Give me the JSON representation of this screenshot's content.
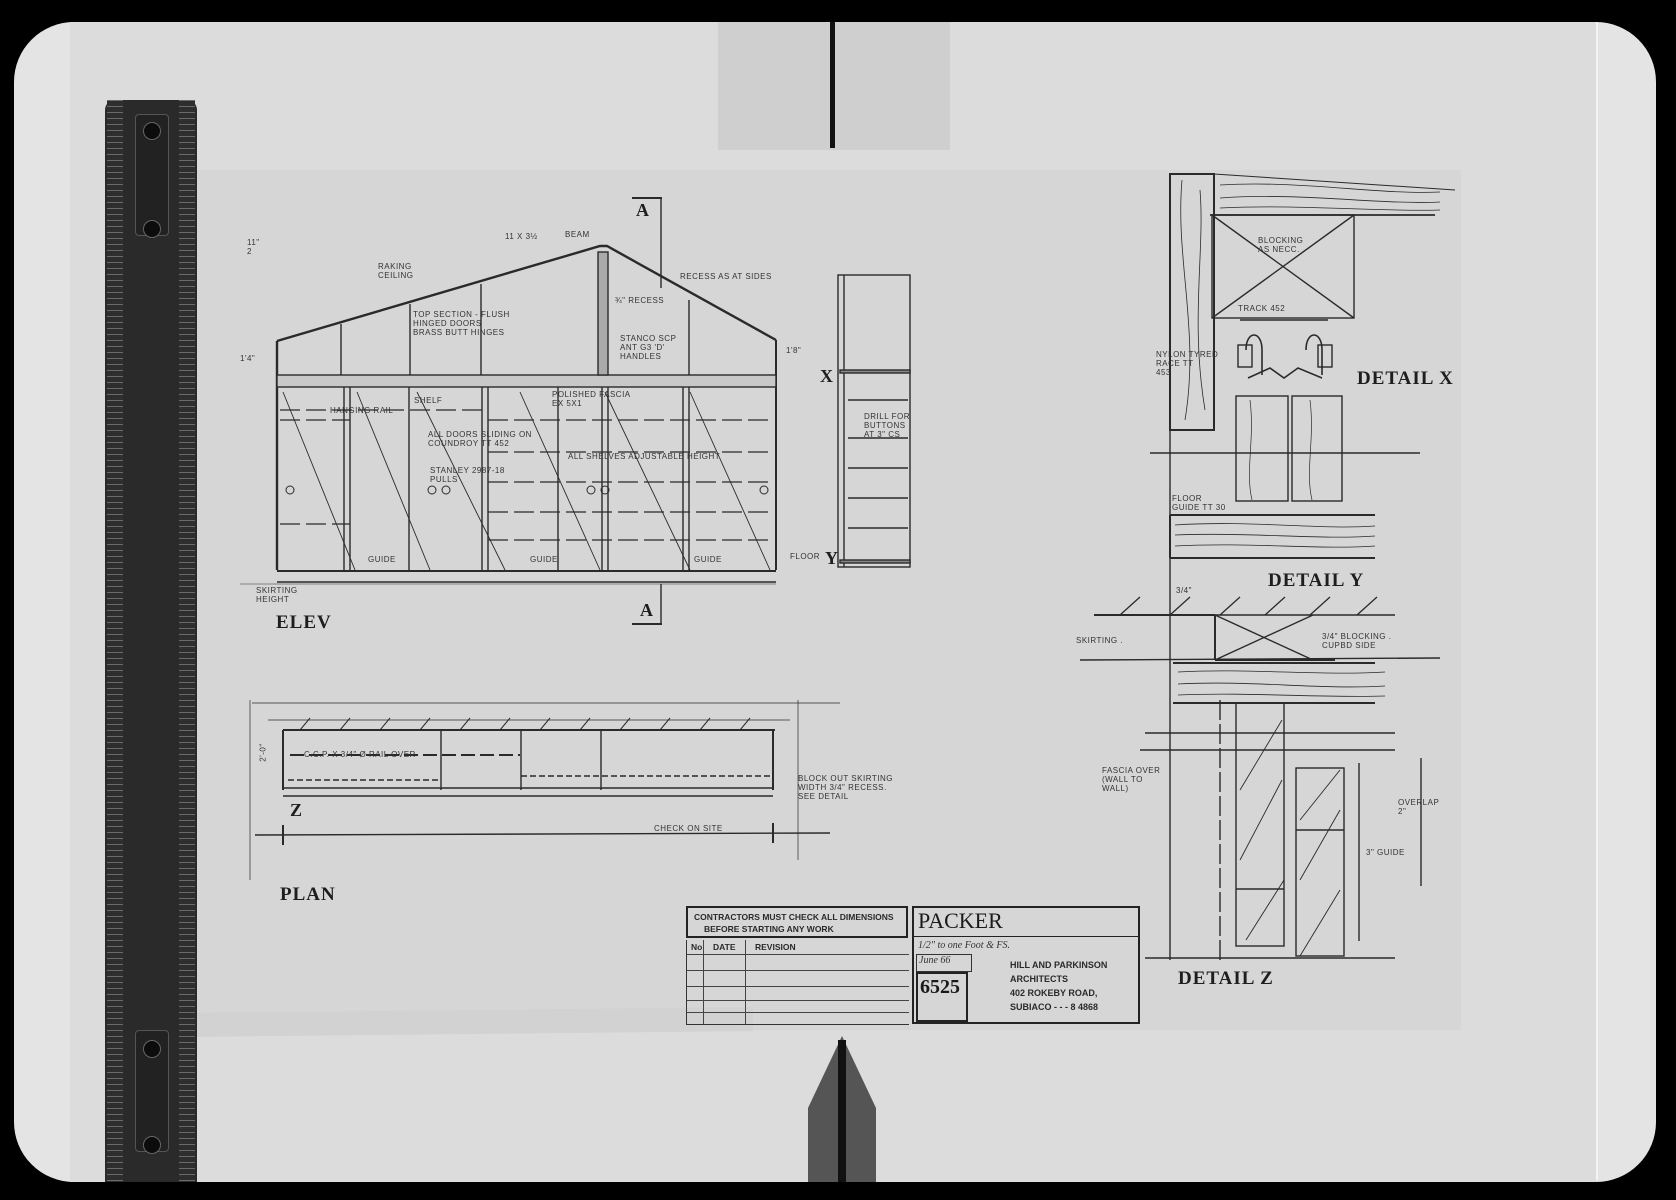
{
  "document": {
    "type": "architectural drawing photograph",
    "views": [
      {
        "id": "elev",
        "label": "ELEV"
      },
      {
        "id": "plan",
        "label": "PLAN"
      },
      {
        "id": "detail-x",
        "label": "DETAIL X"
      },
      {
        "id": "detail-y",
        "label": "DETAIL Y"
      },
      {
        "id": "detail-z",
        "label": "DETAIL Z"
      }
    ],
    "section_markers": {
      "top": "A",
      "bottom": "A"
    },
    "detail_markers": {
      "x": "X",
      "y": "Y",
      "z": "Z"
    }
  },
  "elevation_notes": {
    "raking_ceiling": "RAKING\nCEILING",
    "beam": "BEAM",
    "beam_dim": "11 x 3½",
    "recess_sides": "RECESS AS AT SIDES",
    "recess": "¾\" RECESS",
    "top_section": "TOP SECTION - FLUSH\nHINGED DOORS\nBRASS BUTT HINGES",
    "stanco_handles": "STANCO SCP\nANT G3 'D'\nHANDLES",
    "shelf": "SHELF",
    "hanging_rail": "HANGING RAIL",
    "polished_fascia": "POLISHED FASCIA\nEX 5x1",
    "doors_sliding": "ALL DOORS SLIDING ON\nCOUNDROY TT 452",
    "shelves_adjustable": "ALL SHELVES ADJUSTABLE HEIGHT",
    "stanley_pulls": "STANLEY 2987-18\nPULLS",
    "guide": "GUIDE",
    "floor": "FLOOR",
    "skirting_height": "SKIRTING\nHEIGHT",
    "drill_buttons": "DRILL FOR\nBUTTONS\nAT 3\" CS",
    "left_dim": "11\"\n2",
    "left_dim2": "1'4\"",
    "right_dim": "1'8\""
  },
  "plan_notes": {
    "rail": "C.C.P. x 3/4\" Ø RAIL OVER",
    "depth": "2'-0\"",
    "block_out": "BLOCK OUT SKIRTING\nWIDTH 3/4\" RECESS.\nSEE DETAIL",
    "check_site": "CHECK ON SITE"
  },
  "detail_notes": {
    "blocking": "BLOCKING\nAS NECC.",
    "track": "TRACK 452",
    "nylon": "NYLON TYRED\nRACE TT\n453",
    "floor_guide": "FLOOR\nGUIDE TT 30",
    "dim_34": "3/4\"",
    "skirting": "SKIRTING .",
    "blocking_34": "3/4\" BLOCKING .\nCUPBD SIDE",
    "fascia_over": "FASCIA OVER\n(WALL TO\nWALL)",
    "overlap": "OVERLAP\n2\"",
    "guide_3": "3\" GUIDE"
  },
  "title_block": {
    "warning_line1": "CONTRACTORS MUST CHECK ALL DIMENSIONS",
    "warning_line2": "BEFORE STARTING ANY WORK",
    "col_no": "No",
    "col_date": "DATE",
    "col_revision": "REVISION",
    "job_name": "PACKER",
    "scale": "1/2\" to one Foot & FS.",
    "date": "June 66",
    "drawing_number": "6525",
    "firm_line1": "HILL AND PARKINSON",
    "firm_line2": "ARCHITECTS",
    "firm_line3": "402 ROKEBY ROAD,",
    "firm_line4": "SUBIACO - - - 8 4868"
  },
  "colors": {
    "background": "#000000",
    "board": "#e4e4e4",
    "sheet": "#d6d6d6",
    "ink": "#2a2a2a",
    "ruler": "#2a2a2a"
  }
}
